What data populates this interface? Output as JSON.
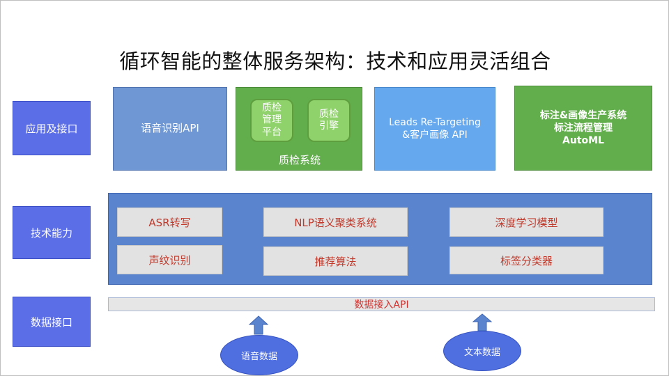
{
  "title": "循环智能的整体服务架构：技术和应用灵活组合",
  "layers": {
    "app": "应用及接口",
    "tech": "技术能力",
    "data": "数据接口"
  },
  "apps": {
    "asr_api": "语音识别API",
    "qc_platform": "质检\n管理\n平台",
    "qc_engine": "质检\n引擎",
    "qc_system": "质检系统",
    "leads": "Leads Re-Targeting\n&客户画像  API",
    "label_system": "标注&画像生产系统\n标注流程管理\nAutoML"
  },
  "tech": {
    "asr": "ASR转写",
    "nlp": "NLP语义聚类系统",
    "deep": "深度学习模型",
    "voiceprint": "声纹识别",
    "recommend": "推荐算法",
    "classifier": "标签分类器"
  },
  "data_api": "数据接入API",
  "sources": {
    "voice": "语音数据",
    "text": "文本数据"
  },
  "colors": {
    "layer_label": "#5b6ee8",
    "asr_api_box": "#6f97d3",
    "qc_box": "#62ad4c",
    "leads_box": "#65a8ee",
    "tech_panel": "#5b84cf",
    "tech_text": "#c0392b",
    "api_text": "#d0312d",
    "arrow": "#5b84cf",
    "source_circle": "#4f6ee0"
  }
}
